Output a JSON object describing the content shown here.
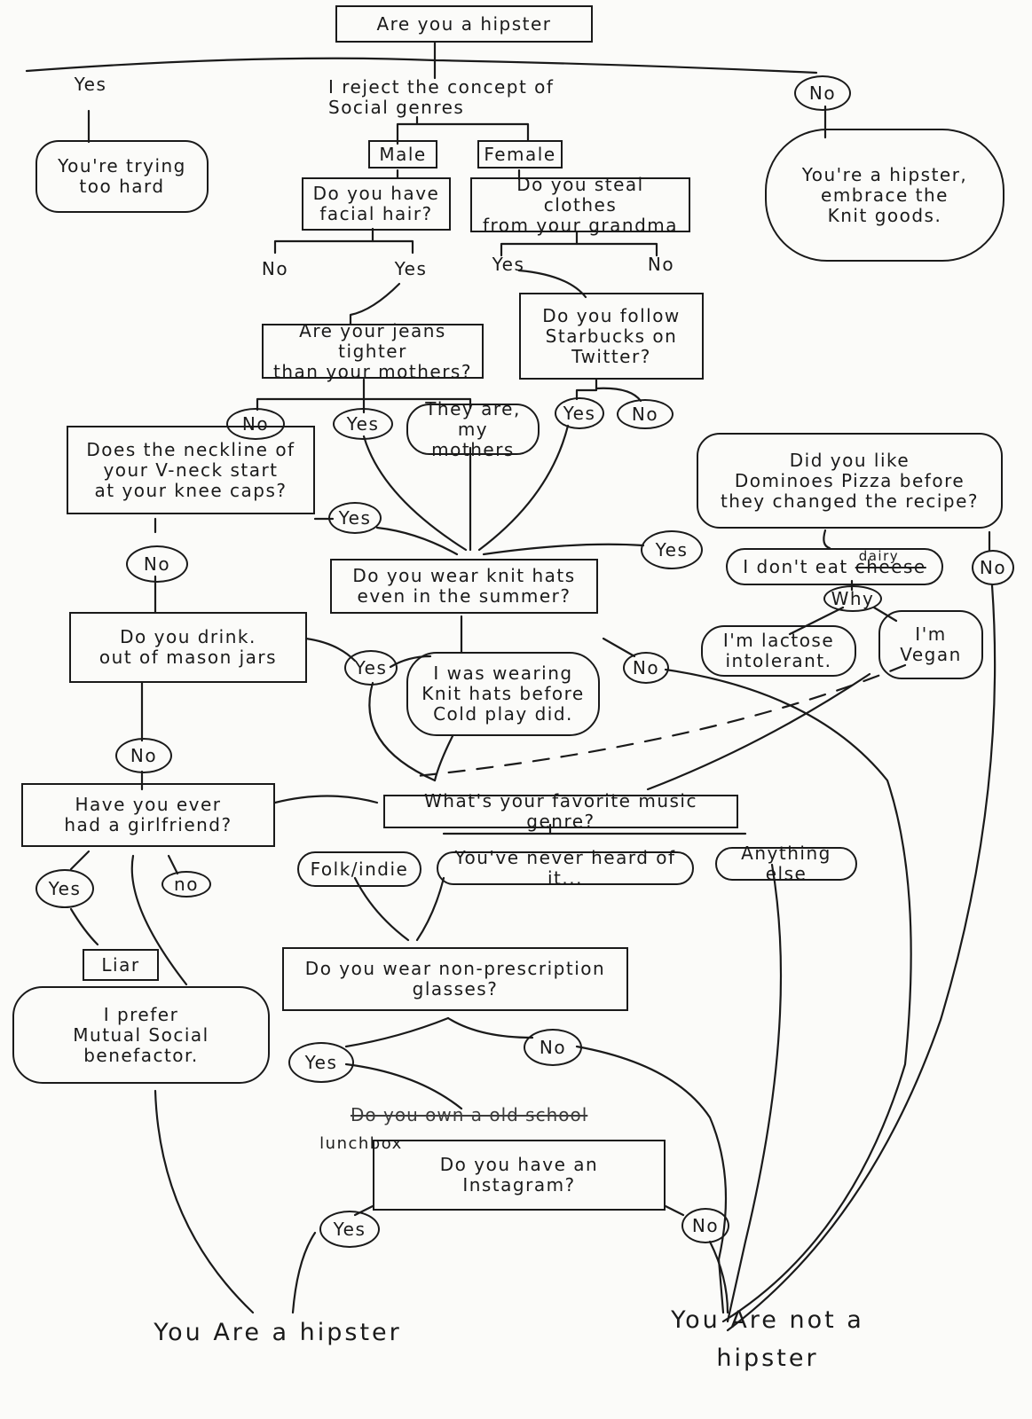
{
  "title": "Are you a hipster",
  "nodes": {
    "yes_top": "Yes",
    "no_top": "No",
    "reject_genres": "I reject the concept of\nSocial genres",
    "trying_hard": "You're trying\ntoo hard",
    "youre_hipster_knit": "You're a hipster,\nembrace the\nKnit goods.",
    "male": "Male",
    "female": "Female",
    "facial_hair_q": "Do you have\nfacial hair?",
    "grandma_q": "Do you steal clothes\nfrom your grandma",
    "facial_no": "No",
    "facial_yes": "Yes",
    "grandma_yes": "Yes",
    "grandma_no": "No",
    "jeans_q": "Are your jeans tighter\nthan your mothers?",
    "starbucks_q": "Do you follow\nStarbucks on\nTwitter?",
    "jeans_no": "No",
    "jeans_yes": "Yes",
    "jeans_mothers": "They are, my\nmothers",
    "starbucks_yes": "Yes",
    "starbucks_no": "No",
    "vneck_q": "Does the neckline of\nyour V-neck start\nat your knee caps?",
    "vneck_yes": "Yes",
    "vneck_no": "No",
    "dominos_q": "Did you like\nDominoes Pizza before\nthey changed the recipe?",
    "dominos_yes": "Yes",
    "dominos_no": "No",
    "dairy_struck": "cheese",
    "dairy_text_a": "I don't eat",
    "dairy_text_b": "dairy",
    "why": "Why",
    "lactose": "I'm lactose\nintolerant.",
    "vegan": "I'm\nVegan",
    "knit_summer_q": "Do you wear knit hats\neven in the summer?",
    "mason_q": "Do you drink.\nout of mason jars",
    "mason_no": "No",
    "knit_yes": "Yes",
    "knit_coldplay": "I was wearing\nKnit hats before\nCold play did.",
    "knit_no": "No",
    "girlfriend_q": "Have you ever\nhad a girlfriend?",
    "music_q": "What's your favorite music genre?",
    "gf_yes": "Yes",
    "gf_no": "no",
    "liar": "Liar",
    "mutual": "I prefer\nMutual Social\nbenefactor.",
    "folk": "Folk/indie",
    "never_heard": "You've never heard of it...",
    "anything_else": "Anything else",
    "glasses_q": "Do you wear non-prescription\nglasses?",
    "glasses_yes": "Yes",
    "glasses_no": "No",
    "scribble_text": "Do you own a old school",
    "lunchbox": "lunchbox",
    "instagram_q": "Do you have an\nInstagram?",
    "insta_yes": "Yes",
    "insta_no": "No",
    "result_hipster": "You Are a hipster",
    "result_not": "You Are not a\nhipster"
  }
}
